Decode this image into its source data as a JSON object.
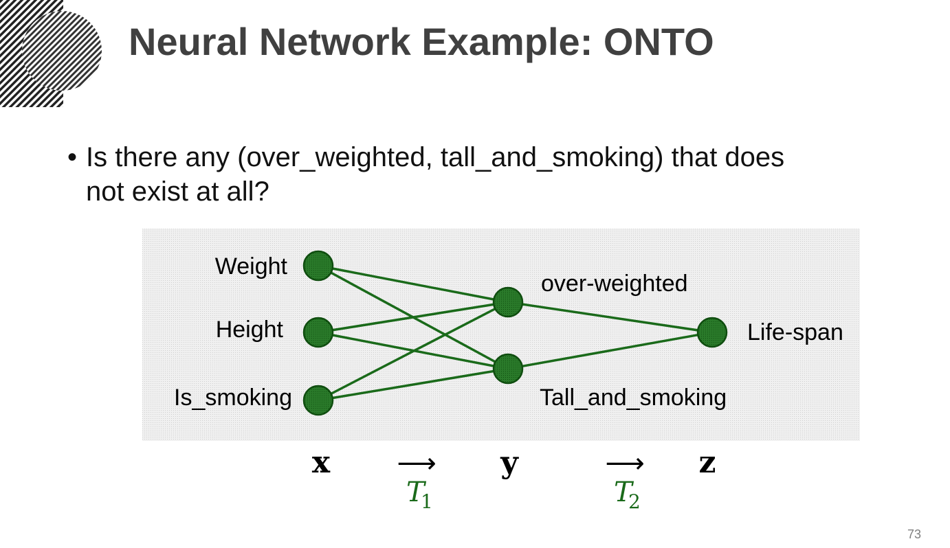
{
  "slide": {
    "title": "Neural Network Example: ONTO",
    "bullet_symbol": "•",
    "bullet_text": "Is there any (over_weighted, tall_and_smoking) that does not exist at all?",
    "page_number": "73"
  },
  "diagram": {
    "input_nodes": [
      "Weight",
      "Height",
      "Is_smoking"
    ],
    "hidden_nodes": [
      "over-weighted",
      "Tall_and_smoking"
    ],
    "output_nodes": [
      "Life-span"
    ],
    "layer_variables": [
      "x",
      "y",
      "z"
    ],
    "arrow_glyph": "⟶",
    "transforms": [
      {
        "symbol": "T",
        "subscript": "1"
      },
      {
        "symbol": "T",
        "subscript": "2"
      }
    ],
    "colors": {
      "node_fill": "#1f6b1f",
      "edge": "#1a6a1a",
      "panel_background": "#ececec",
      "transform_label": "#1a6a1a"
    }
  },
  "logo": {
    "icon": "striped-circles-logo"
  }
}
